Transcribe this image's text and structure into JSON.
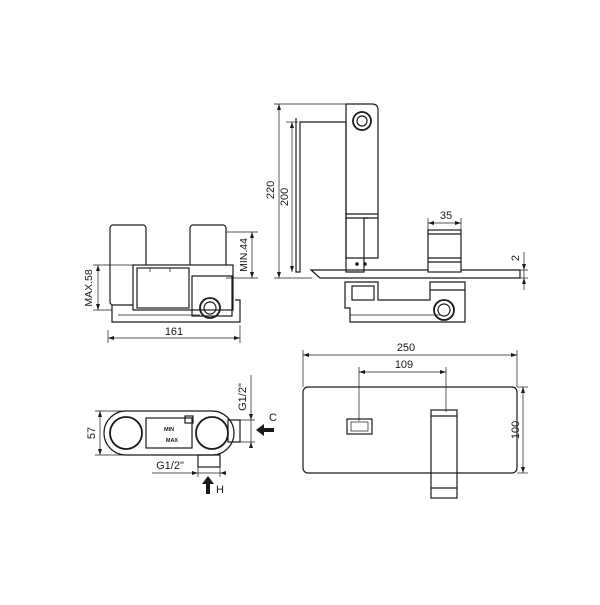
{
  "dimensions": {
    "front_width": "161",
    "front_max_height": "MAX.58",
    "front_min_height": "MIN.44",
    "side_height_total": "220",
    "side_height_spout": "200",
    "side_handle_width": "35",
    "side_plate_thickness": "2",
    "plate_width": "250",
    "plate_spacing": "109",
    "plate_height": "100",
    "top_height": "57",
    "top_connection_side": "G1/2\"",
    "top_connection_bottom": "G1/2\""
  },
  "labels": {
    "cold": "C",
    "hot": "H",
    "min": "MIN",
    "max": "MAX"
  }
}
